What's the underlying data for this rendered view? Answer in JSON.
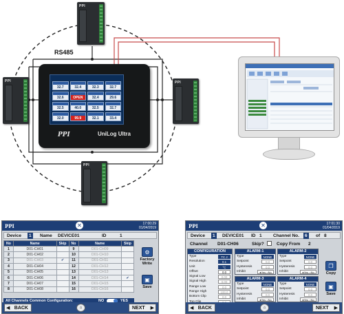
{
  "diagram": {
    "rs485_label": "RS485",
    "hmi_brand": "PPI",
    "hmi_model": "UniLog Ultra",
    "device_brand": "PPI",
    "hmi_values": [
      "32.7",
      "32.4",
      "32.3",
      "32.7",
      "32.6",
      "OPEN",
      "32.4",
      "29.6",
      "32.5",
      "40.0",
      "32.5",
      "32.7",
      "32.0",
      "99.9",
      "32.1",
      "33.4"
    ],
    "hmi_alarm_indices": [
      5,
      13
    ],
    "colors": {
      "network": "#222222",
      "link": "#c84a4a",
      "panel_blue": "#1d3e76"
    }
  },
  "panel_left": {
    "logo": "PPI",
    "time": "17:00:29",
    "date": "01/04/2019",
    "device_label": "Device",
    "device_no": "1",
    "name_label": "Name",
    "name_value": "DEVICE01",
    "id_label": "ID",
    "id_value": "1",
    "headers": [
      "No",
      "Name",
      "Skip",
      "No",
      "Name",
      "Skip"
    ],
    "rows": [
      {
        "no_a": "1",
        "name_a": "D01-CH01",
        "skip_a": "",
        "no_b": "9",
        "name_b": "D01-CH09",
        "skip_b": ""
      },
      {
        "no_a": "2",
        "name_a": "D01-CH02",
        "skip_a": "",
        "no_b": "10",
        "name_b": "D01-CH10",
        "skip_b": ""
      },
      {
        "no_a": "3",
        "name_a": "D01-CH03",
        "skip_a": "✔",
        "no_b": "11",
        "name_b": "D01-CH11",
        "skip_b": ""
      },
      {
        "no_a": "4",
        "name_a": "D01-CH04",
        "skip_a": "",
        "no_b": "12",
        "name_b": "D01-CH12",
        "skip_b": ""
      },
      {
        "no_a": "5",
        "name_a": "D01-CH05",
        "skip_a": "",
        "no_b": "13",
        "name_b": "D01-CH13",
        "skip_b": ""
      },
      {
        "no_a": "6",
        "name_a": "D01-CH06",
        "skip_a": "",
        "no_b": "14",
        "name_b": "D01-CH14",
        "skip_b": "✔"
      },
      {
        "no_a": "7",
        "name_a": "D01-CH07",
        "skip_a": "",
        "no_b": "15",
        "name_b": "D01-CH15",
        "skip_b": ""
      },
      {
        "no_a": "8",
        "name_a": "D01-CH08",
        "skip_a": "",
        "no_b": "16",
        "name_b": "D01-CH16",
        "skip_b": ""
      }
    ],
    "factory_label_1": "Factory",
    "factory_label_2": "Write",
    "save_label": "Save",
    "all_channels_label": "All Channels Common Configuration:",
    "no_label": "NO",
    "yes_label": "YES",
    "back_label": "BACK",
    "next_label": "NEXT"
  },
  "panel_right": {
    "logo": "PPI",
    "time": "17:01:30",
    "date": "01/04/2019",
    "device_label": "Device",
    "device_no": "1",
    "device_name": "DEVICE01",
    "id_label": "ID",
    "id_value": "1",
    "channel_no_label": "Channel No.",
    "channel_no": "6",
    "of_label": "of",
    "of_total": "8",
    "channel_label": "Channel",
    "channel_name": "D01-CH06",
    "skip_label": "Skip?",
    "copy_from_label": "Copy From",
    "copy_from_value": "2",
    "config": {
      "title": "CONFIGURATION",
      "fields": [
        {
          "label": "Type",
          "value": "TC J"
        },
        {
          "label": "Resolution",
          "value": "0.1"
        },
        {
          "label": "Unit",
          "value": "°C"
        },
        {
          "label": "Offset",
          "value": "0.0"
        },
        {
          "label": "Signal Low",
          "value": "0.00"
        },
        {
          "label": "Signal High",
          "value": "0.00"
        },
        {
          "label": "Range Low",
          "value": "0.0"
        },
        {
          "label": "Range High",
          "value": "100.0"
        },
        {
          "label": "Bottom Clip",
          "value": "0.0"
        },
        {
          "label": "Top Clip",
          "value": "0.0"
        }
      ]
    },
    "alarms": [
      {
        "title": "ALARM-1",
        "type": "NONE",
        "setpoint": "0.0",
        "hysteresis": "0.0",
        "inhibit": "●Yes ○No"
      },
      {
        "title": "ALARM-2",
        "type": "NONE",
        "setpoint": "0.0",
        "hysteresis": "0.0",
        "inhibit": "●Yes ○No"
      },
      {
        "title": "ALARM-3",
        "type": "NONE",
        "setpoint": "0.0",
        "hysteresis": "0.0",
        "inhibit": "●Yes ○No"
      },
      {
        "title": "ALARM-4",
        "type": "NONE",
        "setpoint": "0.0",
        "hysteresis": "0.0",
        "inhibit": "●Yes ○No"
      }
    ],
    "alarm_field_labels": {
      "type": "Type",
      "setpoint": "Setpoint",
      "hysteresis": "Hysteresis",
      "inhibit": "Inhibit"
    },
    "copy_label": "Copy",
    "save_label": "Save",
    "back_label": "BACK",
    "next_label": "NEXT"
  }
}
